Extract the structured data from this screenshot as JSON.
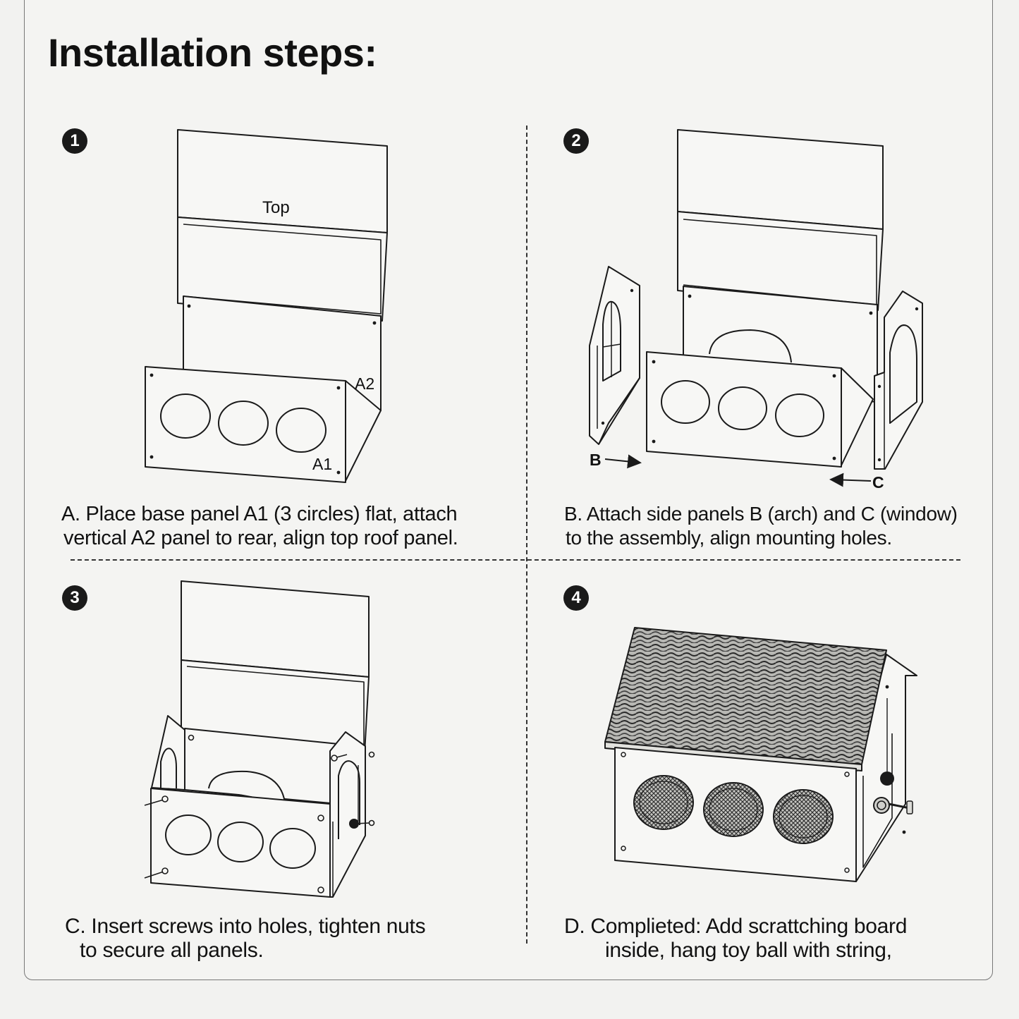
{
  "title": "Installation steps:",
  "steps": [
    {
      "number": "1",
      "lines": [
        "A. Place base panel A1 (3 circles) flat, attach",
        "vertical A2 panel to rear, align top roof panel."
      ],
      "labels": {
        "top": "Top",
        "a2": "A2",
        "a1": "A1"
      }
    },
    {
      "number": "2",
      "lines": [
        "B. Attach side panels B (arch) and C (window)",
        "to the assembly, align mounting holes."
      ],
      "labels": {
        "b": "B",
        "c": "C"
      }
    },
    {
      "number": "3",
      "lines": [
        "C. Insert screws into holes, tighten nuts",
        "to secure all panels."
      ]
    },
    {
      "number": "4",
      "lines": [
        "D. Complieted: Add scrattching board",
        "inside, hang toy ball with string,"
      ]
    }
  ],
  "colors": {
    "accent": "#6e0f1d",
    "line": "#1a1a1a",
    "background": "#f4f4f2"
  }
}
